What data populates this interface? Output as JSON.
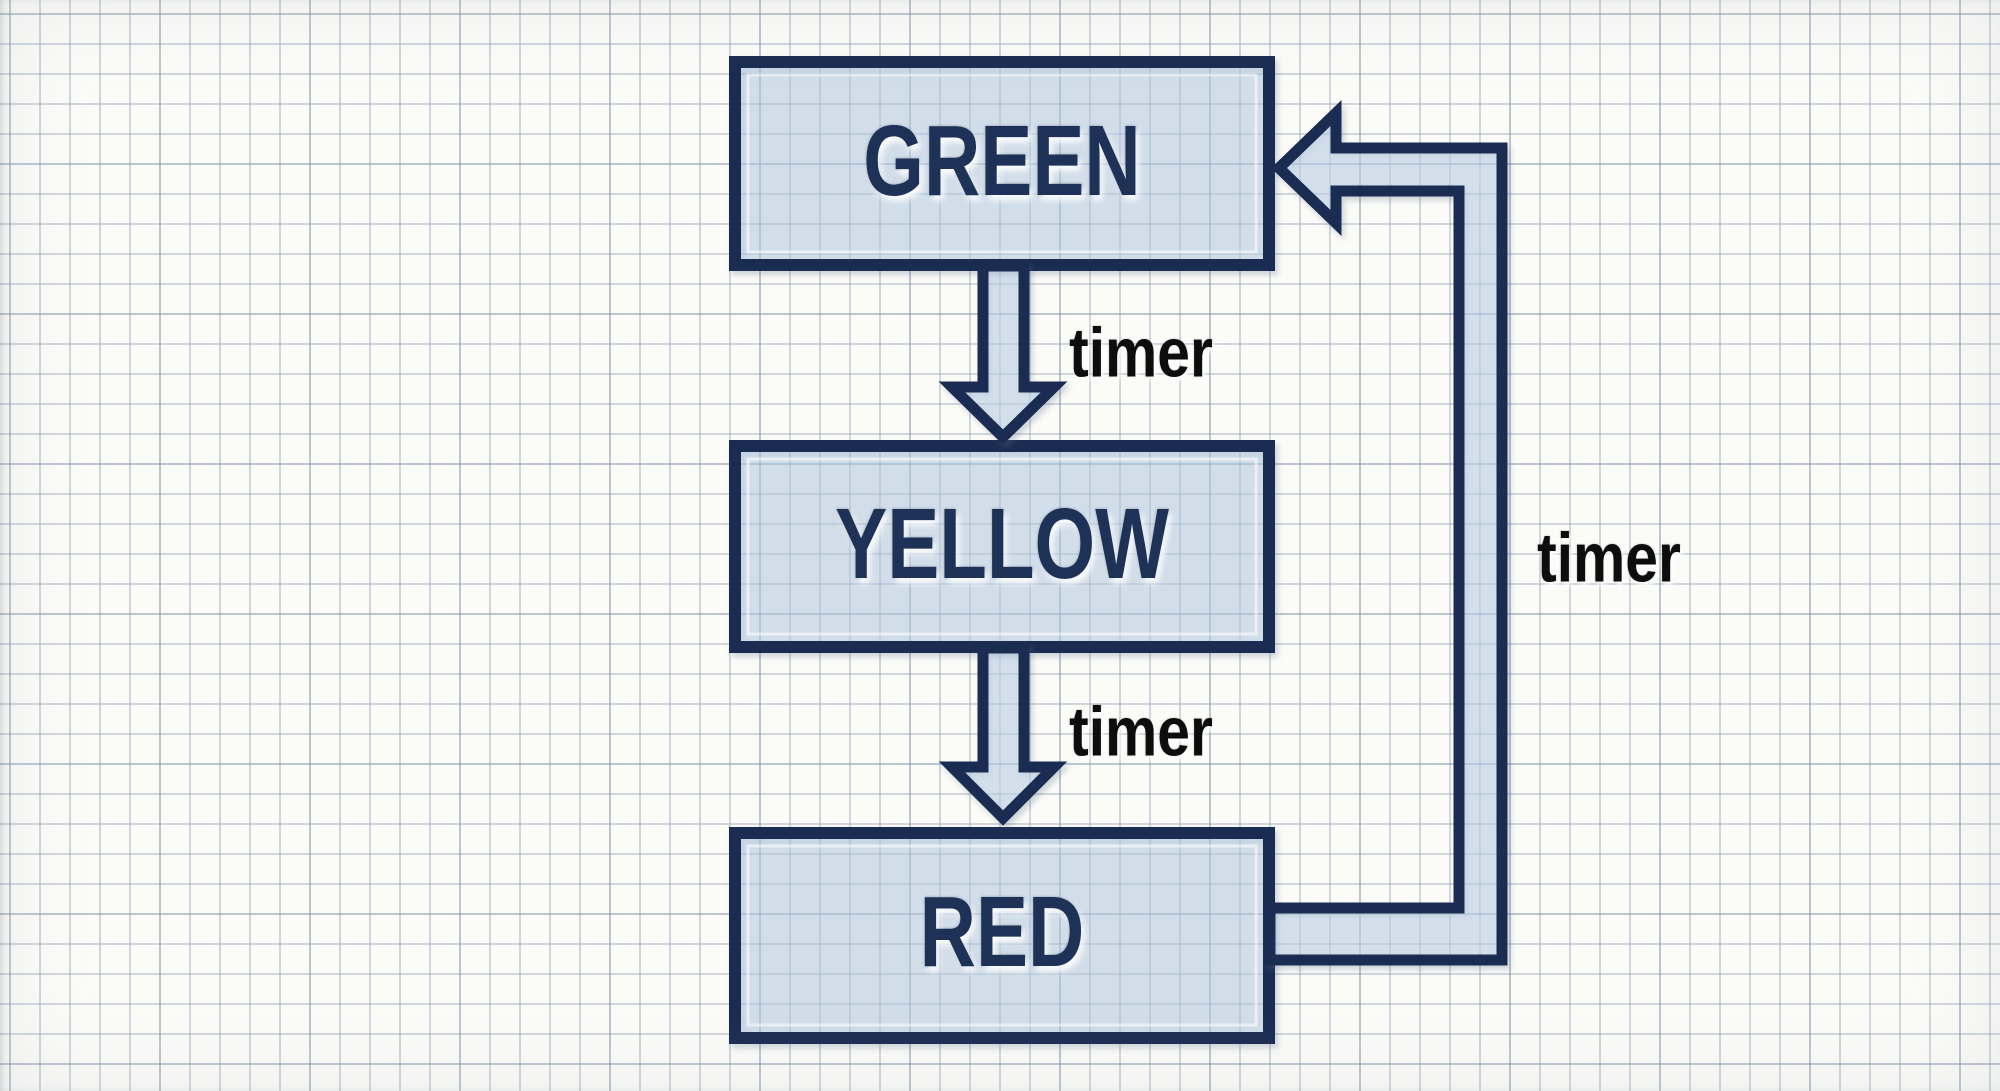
{
  "diagram": {
    "kind": "state-machine",
    "subject": "traffic-light-cycle"
  },
  "states": {
    "green": {
      "label": "GREEN"
    },
    "yellow": {
      "label": "YELLOW"
    },
    "red": {
      "label": "RED"
    }
  },
  "transitions": {
    "green_to_yellow": {
      "label": "timer",
      "arrow": "down-block-arrow"
    },
    "yellow_to_red": {
      "label": "timer",
      "arrow": "down-block-arrow"
    },
    "red_to_green": {
      "label": "timer",
      "arrow": "left-loop-block-arrow"
    }
  },
  "colors": {
    "outline": "#1b2c52",
    "state_fill": "#dce7f2",
    "state_text": "#1e3156",
    "transition_text": "#0d0d0d",
    "paper": "#fbfbf8",
    "grid_line": "#94a2b4"
  }
}
